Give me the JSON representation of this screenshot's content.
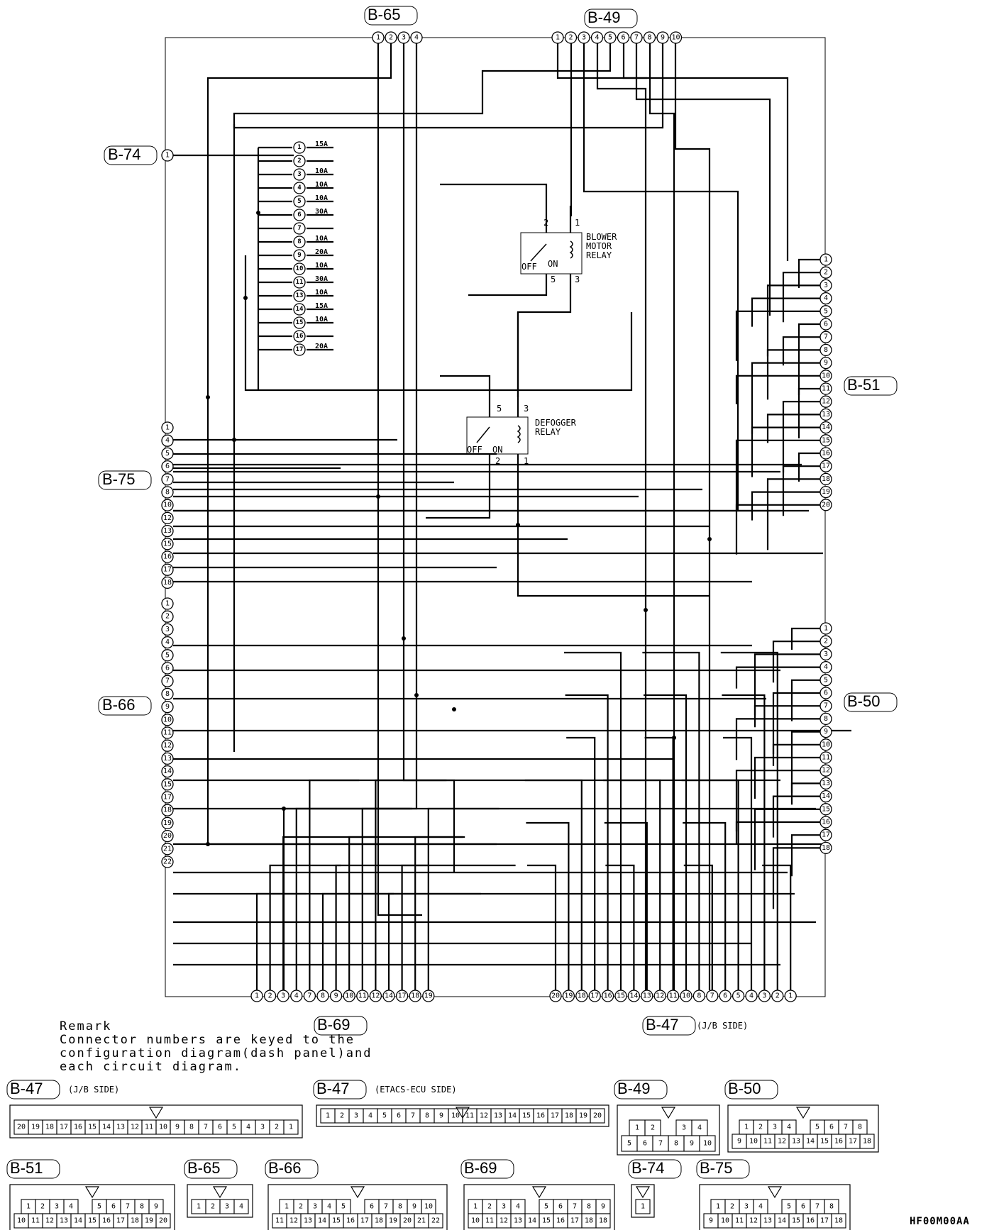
{
  "connectors": {
    "b65": {
      "label": "B-65",
      "pins": [
        "1",
        "2",
        "3",
        "4"
      ]
    },
    "b49": {
      "label": "B-49",
      "pins": [
        "1",
        "2",
        "3",
        "4",
        "5",
        "6",
        "7",
        "8",
        "9",
        "10"
      ]
    },
    "b74": {
      "label": "B-74",
      "pins": [
        "1"
      ]
    },
    "b75": {
      "label": "B-75",
      "pins": [
        "1",
        "4",
        "5",
        "6",
        "7",
        "8",
        "10",
        "12",
        "13",
        "15",
        "16",
        "17",
        "18"
      ]
    },
    "b66": {
      "label": "B-66",
      "pins": [
        "1",
        "2",
        "3",
        "4",
        "5",
        "6",
        "7",
        "8",
        "9",
        "10",
        "11",
        "12",
        "13",
        "14",
        "15",
        "17",
        "18",
        "19",
        "20",
        "21",
        "22"
      ]
    },
    "b51": {
      "label": "B-51",
      "pins": [
        "1",
        "2",
        "3",
        "4",
        "5",
        "6",
        "7",
        "8",
        "9",
        "10",
        "11",
        "12",
        "13",
        "14",
        "15",
        "16",
        "17",
        "18",
        "19",
        "20"
      ]
    },
    "b50": {
      "label": "B-50",
      "pins": [
        "1",
        "2",
        "3",
        "4",
        "5",
        "6",
        "7",
        "8",
        "9",
        "10",
        "11",
        "12",
        "13",
        "14",
        "15",
        "16",
        "17",
        "18"
      ]
    },
    "b69": {
      "label": "B-69",
      "pins": [
        "1",
        "2",
        "3",
        "4",
        "7",
        "8",
        "9",
        "10",
        "11",
        "12",
        "14",
        "17",
        "18",
        "19"
      ]
    },
    "b47": {
      "label": "B-47",
      "suffix": "(J/B SIDE)",
      "pins": [
        "20",
        "19",
        "18",
        "17",
        "16",
        "15",
        "14",
        "13",
        "12",
        "11",
        "10",
        "8",
        "7",
        "6",
        "5",
        "4",
        "3",
        "2",
        "1"
      ]
    }
  },
  "fuses": [
    {
      "no": "1",
      "rating": "15A"
    },
    {
      "no": "2",
      "rating": ""
    },
    {
      "no": "3",
      "rating": "10A"
    },
    {
      "no": "4",
      "rating": "10A"
    },
    {
      "no": "5",
      "rating": "10A"
    },
    {
      "no": "6",
      "rating": "30A"
    },
    {
      "no": "7",
      "rating": ""
    },
    {
      "no": "8",
      "rating": "10A"
    },
    {
      "no": "9",
      "rating": "20A"
    },
    {
      "no": "10",
      "rating": "10A"
    },
    {
      "no": "11",
      "rating": "30A"
    },
    {
      "no": "13",
      "rating": "10A"
    },
    {
      "no": "14",
      "rating": "15A"
    },
    {
      "no": "15",
      "rating": "10A"
    },
    {
      "no": "16",
      "rating": ""
    },
    {
      "no": "17",
      "rating": "20A"
    }
  ],
  "relays": {
    "blower": {
      "name": [
        "BLOWER",
        "MOTOR",
        "RELAY"
      ],
      "pins": [
        "2",
        "1",
        "5",
        "3"
      ],
      "off": "OFF",
      "on": "ON"
    },
    "defogger": {
      "name": [
        "DEFOGGER",
        "RELAY"
      ],
      "pins": [
        "5",
        "3",
        "2",
        "1"
      ],
      "off": "OFF",
      "on": "ON"
    }
  },
  "remark": [
    "Remark",
    "Connector numbers are keyed to the",
    "configuration diagram(dash panel)and",
    "each circuit diagram."
  ],
  "legend": {
    "b47_jb": {
      "label": "B-47",
      "suffix": "(J/B SIDE)",
      "rows": [
        [
          "20",
          "19",
          "18",
          "17",
          "16",
          "15",
          "14",
          "13",
          "12",
          "11",
          "10",
          "9",
          "8",
          "7",
          "6",
          "5",
          "4",
          "3",
          "2",
          "1"
        ]
      ]
    },
    "b47_etacs": {
      "label": "B-47",
      "suffix": "(ETACS-ECU SIDE)",
      "rows": [
        [
          "1",
          "2",
          "3",
          "4",
          "5",
          "6",
          "7",
          "8",
          "9",
          "10",
          "11",
          "12",
          "13",
          "14",
          "15",
          "16",
          "17",
          "18",
          "19",
          "20"
        ]
      ]
    },
    "b49": {
      "label": "B-49",
      "rows": [
        [
          "1",
          "2",
          "",
          "3",
          "4"
        ],
        [
          "5",
          "6",
          "7",
          "8",
          "9",
          "10"
        ]
      ]
    },
    "b50": {
      "label": "B-50",
      "rows": [
        [
          "1",
          "2",
          "3",
          "4",
          "",
          "5",
          "6",
          "7",
          "8"
        ],
        [
          "9",
          "10",
          "11",
          "12",
          "13",
          "14",
          "15",
          "16",
          "17",
          "18"
        ]
      ]
    },
    "b51": {
      "label": "B-51",
      "rows": [
        [
          "1",
          "2",
          "3",
          "4",
          "",
          "5",
          "6",
          "7",
          "8",
          "9"
        ],
        [
          "10",
          "11",
          "12",
          "13",
          "14",
          "15",
          "16",
          "17",
          "18",
          "19",
          "20"
        ]
      ]
    },
    "b65": {
      "label": "B-65",
      "rows": [
        [
          "1",
          "2",
          "3",
          "4"
        ]
      ]
    },
    "b66": {
      "label": "B-66",
      "rows": [
        [
          "1",
          "2",
          "3",
          "4",
          "5",
          "",
          "6",
          "7",
          "8",
          "9",
          "10"
        ],
        [
          "11",
          "12",
          "13",
          "14",
          "15",
          "16",
          "17",
          "18",
          "19",
          "20",
          "21",
          "22"
        ]
      ]
    },
    "b69": {
      "label": "B-69",
      "rows": [
        [
          "1",
          "2",
          "3",
          "4",
          "",
          "5",
          "6",
          "7",
          "8",
          "9"
        ],
        [
          "10",
          "11",
          "12",
          "13",
          "14",
          "15",
          "16",
          "17",
          "18",
          "18"
        ]
      ]
    },
    "b74": {
      "label": "B-74",
      "rows": [
        [
          "1"
        ]
      ]
    },
    "b75": {
      "label": "B-75",
      "rows": [
        [
          "1",
          "2",
          "3",
          "4",
          "",
          "5",
          "6",
          "7",
          "8"
        ],
        [
          "9",
          "10",
          "11",
          "12",
          "13",
          "14",
          "15",
          "16",
          "17",
          "18"
        ]
      ]
    }
  },
  "code": "HF00M00AA"
}
